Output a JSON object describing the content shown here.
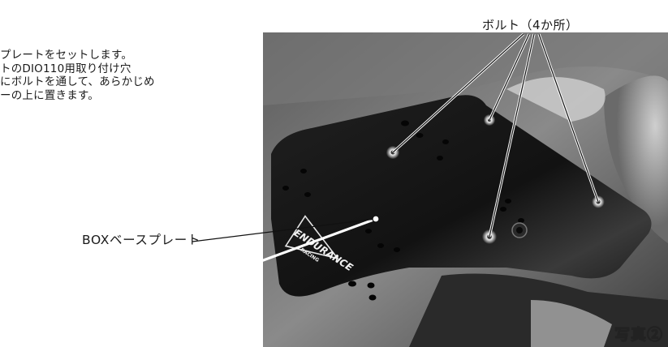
{
  "instructions": {
    "lines": [
      "プレートをセットします。",
      "トのDIO110用取り付け穴",
      "にボルトを通して、あらかじめ",
      "ーの上に置きます。"
    ]
  },
  "labels": {
    "bolts": "ボルト（4か所）",
    "plate": "BOXベースプレート"
  },
  "photo": {
    "brand_text": "ENDURANCE",
    "brand_sub": "RACING",
    "tag": "写真②"
  },
  "colors": {
    "plate": "#141414",
    "background_photo": "#6e6e6e",
    "text": "#1a1a1a"
  }
}
